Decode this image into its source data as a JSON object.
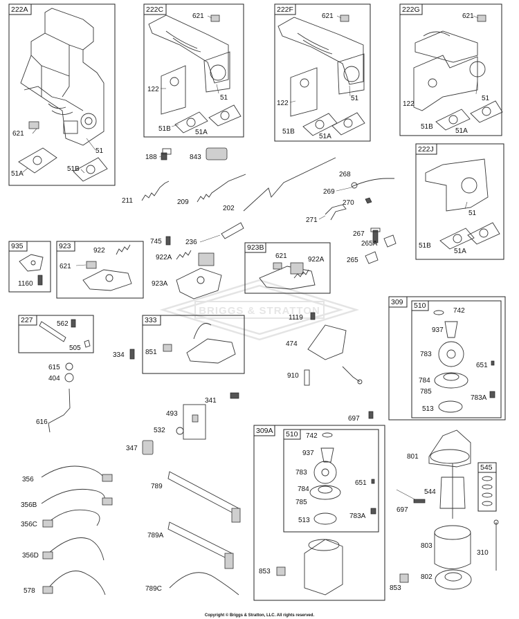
{
  "watermark": {
    "brand": "BRIGGS & STRATTON"
  },
  "footer": {
    "copyright": "Copyright © Briggs & Stratton, LLC. All rights reserved."
  },
  "labels": {
    "222A": "222A",
    "222C": "222C",
    "222F": "222F",
    "222G": "222G",
    "222J": "222J",
    "935": "935",
    "923": "923",
    "923B": "923B",
    "227": "227",
    "333": "333",
    "309": "309",
    "309A": "309A",
    "510a": "510",
    "510b": "510",
    "545": "545",
    "621a": "621",
    "621b": "621",
    "621c": "621",
    "621d": "621",
    "621e": "621",
    "621f": "621",
    "51a": "51",
    "51b": "51",
    "51c": "51",
    "51d": "51",
    "51e": "51",
    "51Aa": "51A",
    "51Ab": "51A",
    "51Ac": "51A",
    "51Ad": "51A",
    "51Ae": "51A",
    "51Ba": "51B",
    "51Bb": "51B",
    "51Bc": "51B",
    "51Bd": "51B",
    "51Be": "51B",
    "122a": "122",
    "122b": "122",
    "122c": "122",
    "188": "188",
    "843": "843",
    "211": "211",
    "209": "209",
    "202": "202",
    "268": "268",
    "269": "269",
    "270": "270",
    "271": "271",
    "267": "267",
    "265A": "265A",
    "265": "265",
    "745": "745",
    "236": "236",
    "922a": "922",
    "922Aa": "922A",
    "922Ab": "922A",
    "923A": "923A",
    "1160": "1160",
    "562": "562",
    "505": "505",
    "334": "334",
    "851": "851",
    "1119": "1119",
    "474": "474",
    "910": "910",
    "615": "615",
    "404": "404",
    "616": "616",
    "493": "493",
    "341": "341",
    "532": "532",
    "347": "347",
    "697a": "697",
    "697b": "697",
    "742a": "742",
    "742b": "742",
    "937a": "937",
    "937b": "937",
    "783a": "783",
    "783b": "783",
    "651a": "651",
    "651b": "651",
    "784a": "784",
    "784b": "784",
    "785a": "785",
    "785b": "785",
    "783Aa": "783A",
    "783Ab": "783A",
    "513a": "513",
    "513b": "513",
    "801": "801",
    "544": "544",
    "803": "803",
    "310": "310",
    "802": "802",
    "853a": "853",
    "853b": "853",
    "356": "356",
    "356B": "356B",
    "356C": "356C",
    "356D": "356D",
    "578": "578",
    "789": "789",
    "789A": "789A",
    "789C": "789C"
  }
}
